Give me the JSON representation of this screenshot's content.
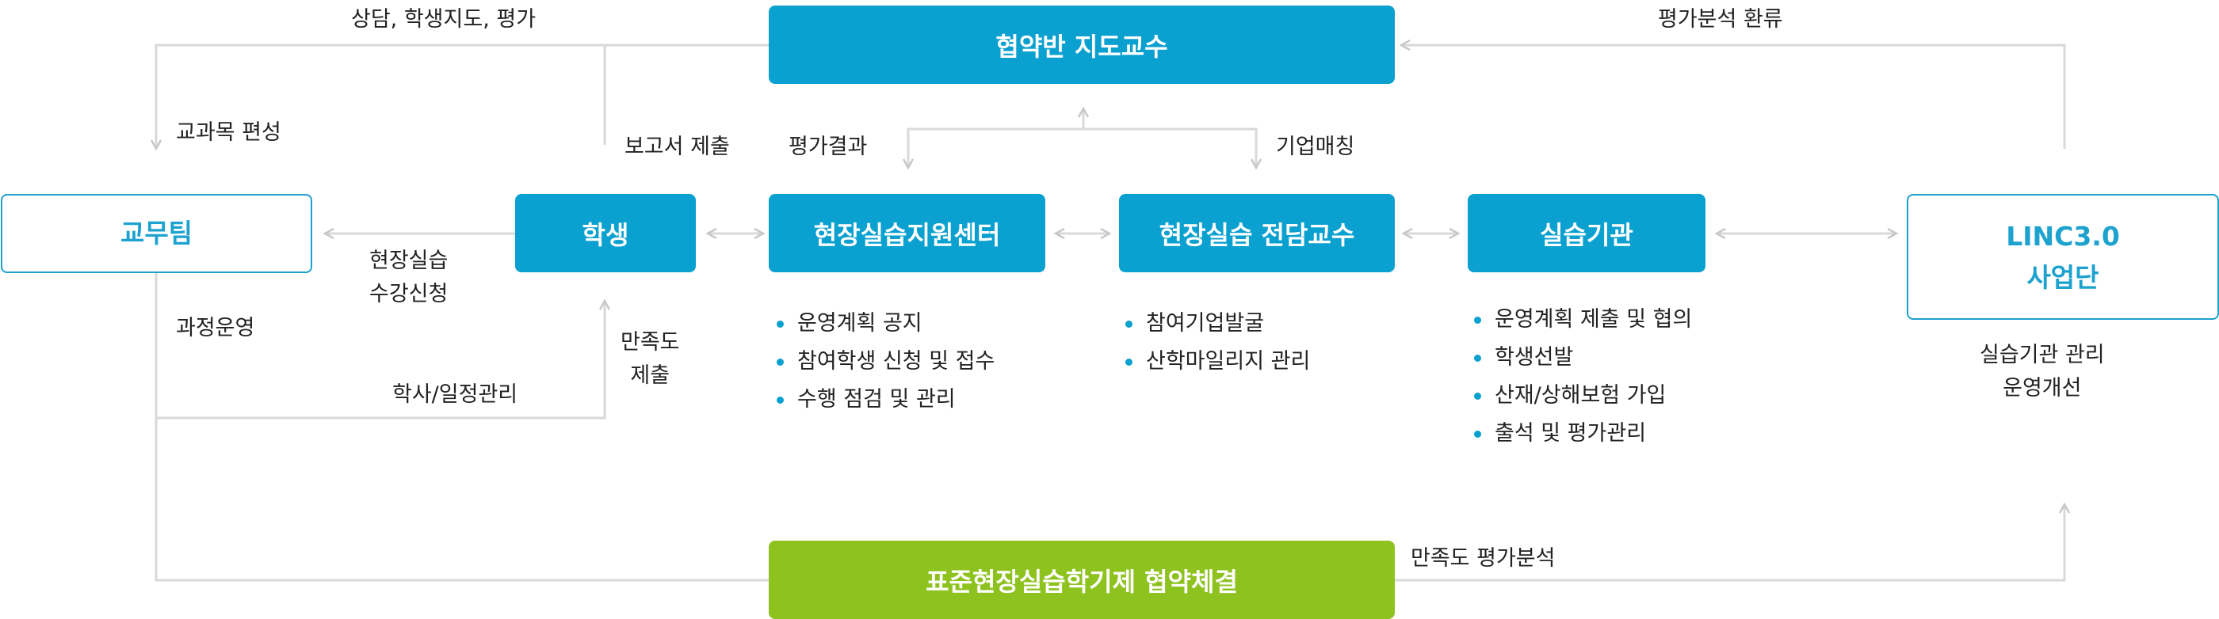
{
  "boxes": {
    "top": "협약반 지도교수",
    "team": "교무팀",
    "student": "학생",
    "center": "현장실습지원센터",
    "professor": "현장실습 전담교수",
    "institution": "실습기관",
    "linc": "LINC3.0\n사업단",
    "bottom": "표준현장실습학기제 협약체결"
  },
  "labels": {
    "counseling": "상담, 학생지도, 평가",
    "curriculum": "교과목 편성",
    "report": "보고서 제출",
    "eval_result": "평가결과",
    "matching": "기업매칭",
    "feedback": "평가분석 환류",
    "enroll": "현장실습\n수강신청",
    "course_ops": "과정운영",
    "satisfaction_submit": "만족도\n제출",
    "schedule": "학사/일정관리",
    "satisfaction_analysis": "만족도 평가분석",
    "linc_tasks": "실습기관 관리\n운영개선"
  },
  "center_items": [
    "운영계획 공지",
    "참여학생 신청 및 접수",
    "수행 점검 및 관리"
  ],
  "professor_items": [
    "참여기업발굴",
    "산학마일리지 관리"
  ],
  "institution_items": [
    "운영계획 제출 및 협의",
    "학생선발",
    "산재/상해보험 가입",
    "출석 및 평가관리"
  ],
  "colors": {
    "primary": "#0aa0cf",
    "accent": "#8dc21f",
    "line": "#d9d9d9"
  }
}
